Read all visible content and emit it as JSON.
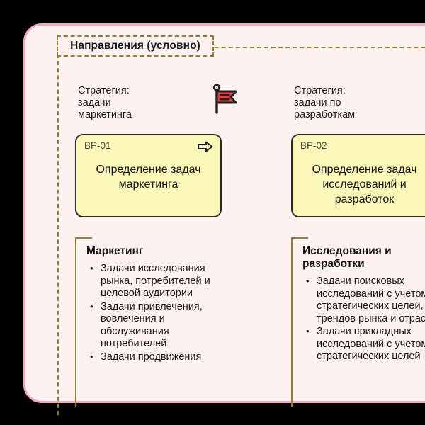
{
  "frame": {
    "accent_border": "#f7a6bb",
    "background": "#fdf2f0"
  },
  "group": {
    "label": "Направления (условно)",
    "border_color": "#8f7f2e"
  },
  "columns": [
    {
      "strategy_label": "Стратегия:\nзадачи\nмаркетинга",
      "icon": "red-flag-icon",
      "card": {
        "id": "BP-01",
        "title": "Определение задач\nмаркетинга",
        "icon": "arrow-right-icon",
        "fill": "#fbf7b8",
        "border": "#2b2b2b"
      },
      "note": {
        "title": "Маркетинг",
        "items": [
          "Задачи исследования рынка, потребителей и целевой аудитории",
          "Задачи привлечения, вовлечения и обслуживания потребителей",
          "Задачи продвижения"
        ]
      }
    },
    {
      "strategy_label": "Стратегия:\nзадачи по\nразработкам",
      "icon": null,
      "card": {
        "id": "BP-02",
        "title": "Определение задач\nисследований и\nразработок",
        "icon": null,
        "fill": "#fbf7b8",
        "border": "#2b2b2b"
      },
      "note": {
        "title": "Исследования и\nразработки",
        "items": [
          "Задачи поисковых исследований с учетом стратегических целей, трендов рынка и отрасли",
          "Задачи прикладных исследований с учетом стратегических целей"
        ]
      }
    }
  ]
}
